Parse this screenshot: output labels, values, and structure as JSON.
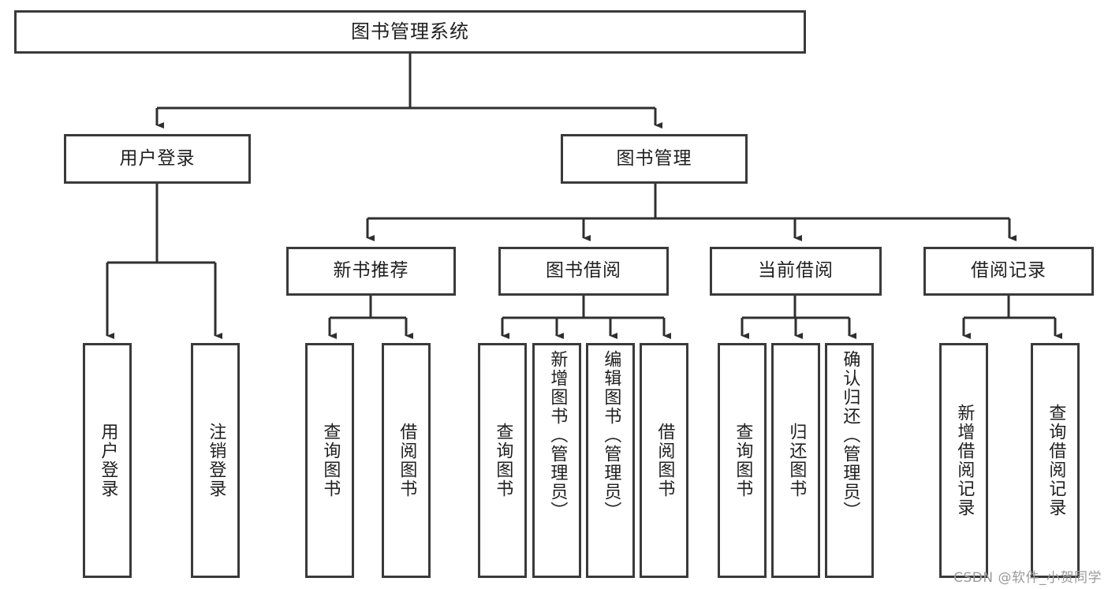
{
  "diagram": {
    "title": "图书管理系统",
    "type": "tree",
    "watermark": "CSDN @软件_小贺同学",
    "colors": {
      "stroke": "#3a3a3a",
      "fill": "#ffffff",
      "text": "#1f1f1f",
      "watermark": "#9a9a9a"
    },
    "nodes": {
      "root": {
        "label": "图书管理系统"
      },
      "level1": [
        {
          "label": "用户登录"
        },
        {
          "label": "图书管理"
        }
      ],
      "level2": [
        {
          "label": "新书推荐"
        },
        {
          "label": "图书借阅"
        },
        {
          "label": "当前借阅"
        },
        {
          "label": "借阅记录"
        }
      ],
      "leaves": {
        "user_login": [
          {
            "label": "用户登录"
          },
          {
            "label": "注销登录"
          }
        ],
        "new_book": [
          {
            "label": "查询图书"
          },
          {
            "label": "借阅图书"
          }
        ],
        "book_borrow": [
          {
            "label": "查询图书"
          },
          {
            "label": "新增图书（管理员）"
          },
          {
            "label": "编辑图书（管理员）"
          },
          {
            "label": "借阅图书"
          }
        ],
        "current_borrow": [
          {
            "label": "查询图书"
          },
          {
            "label": "归还图书"
          },
          {
            "label": "确认归还（管理员）"
          }
        ],
        "borrow_record": [
          {
            "label": "新增借阅记录"
          },
          {
            "label": "查询借阅记录"
          }
        ]
      }
    }
  }
}
